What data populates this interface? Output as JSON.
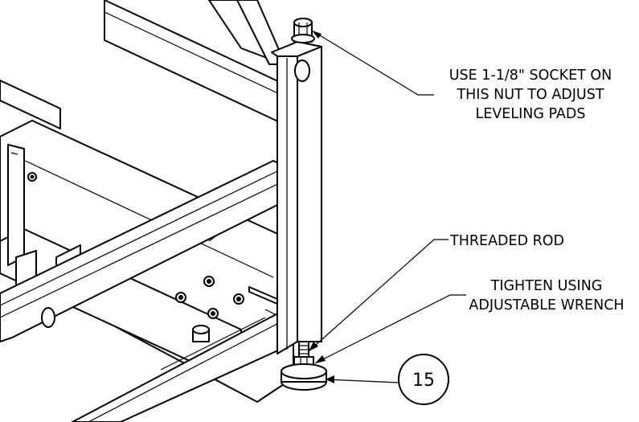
{
  "callouts": {
    "socket": [
      "USE 1-1/8\" SOCKET ON",
      "THIS NUT TO ADJUST",
      "LEVELING PADS"
    ],
    "rod": "THREADED ROD",
    "wrench": [
      "TIGHTEN USING",
      "ADJUSTABLE WRENCH"
    ]
  },
  "item_number": "15"
}
